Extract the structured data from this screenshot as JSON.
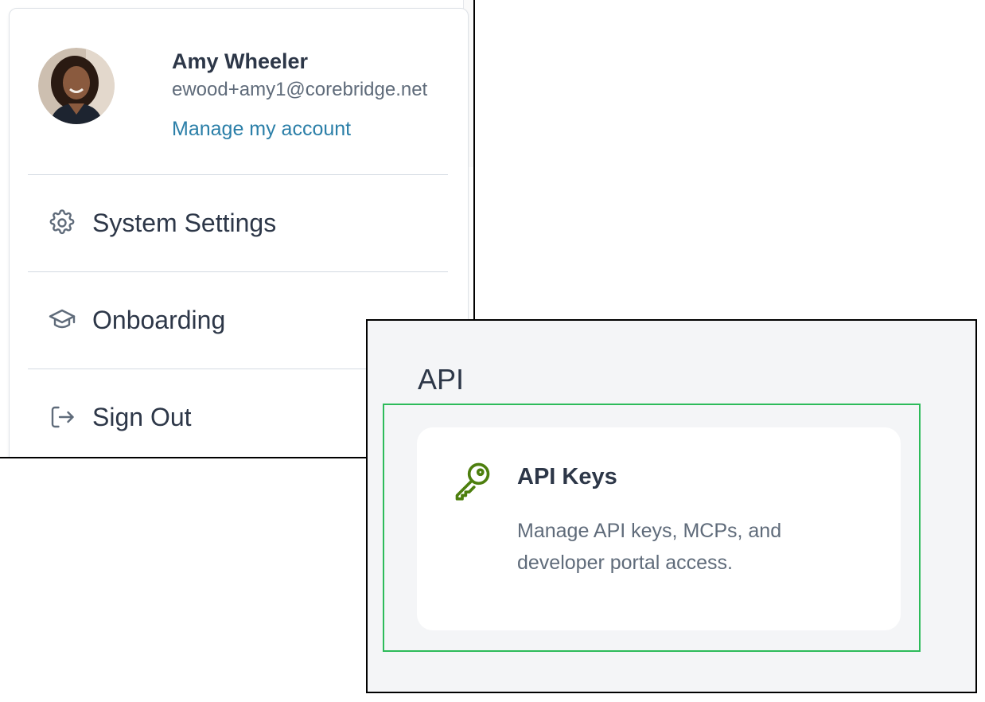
{
  "account_menu": {
    "user": {
      "name": "Amy Wheeler",
      "email": "ewood+amy1@corebridge.net",
      "avatar_icon": "user-avatar-photo"
    },
    "manage_account_label": "Manage my account",
    "items": [
      {
        "label": "System Settings",
        "icon": "gear-icon"
      },
      {
        "label": "Onboarding",
        "icon": "graduation-cap-icon"
      },
      {
        "label": "Sign Out",
        "icon": "sign-out-icon"
      }
    ]
  },
  "api_section": {
    "heading": "API",
    "card": {
      "title": "API Keys",
      "description": "Manage API keys, MCPs, and developer portal access.",
      "icon": "key-icon"
    }
  },
  "colors": {
    "link": "#2b7fa8",
    "highlight": "#2dbb5a",
    "key_icon": "#4d7f0e",
    "text_primary": "#2d3748",
    "text_secondary": "#5f6b7a",
    "panel_bg": "#f4f5f7"
  }
}
